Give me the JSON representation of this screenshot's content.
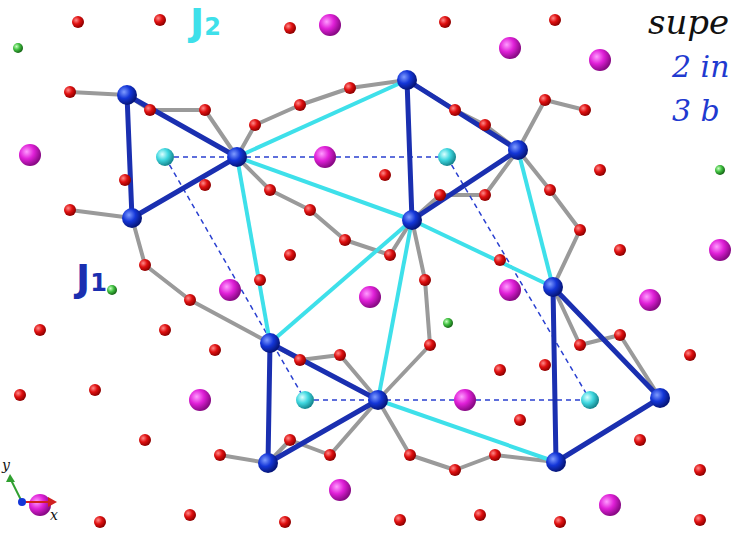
{
  "diagram": {
    "labels": [
      "J2",
      "J1",
      "supe",
      "2 in",
      "3 b",
      "y",
      "x"
    ]
  }
}
